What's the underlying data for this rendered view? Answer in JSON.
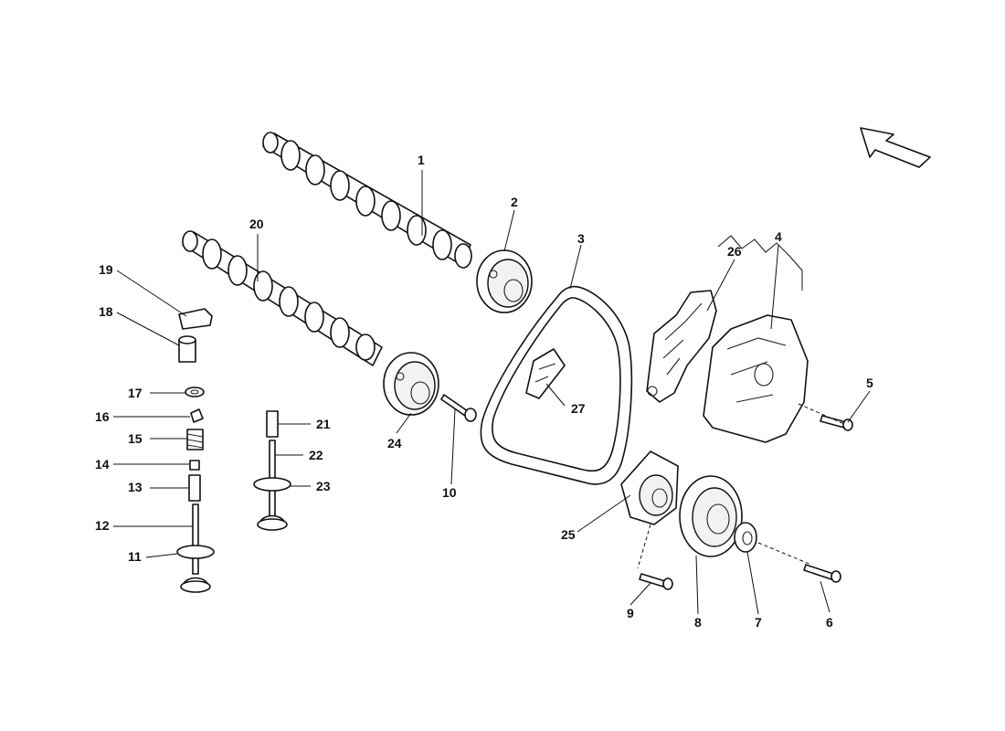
{
  "callouts": {
    "c1": "1",
    "c2": "2",
    "c3": "3",
    "c4": "4",
    "c5": "5",
    "c6": "6",
    "c7": "7",
    "c8": "8",
    "c9": "9",
    "c10": "10",
    "c11": "11",
    "c12": "12",
    "c13": "13",
    "c14": "14",
    "c15": "15",
    "c16": "16",
    "c17": "17",
    "c18": "18",
    "c19": "19",
    "c20": "20",
    "c21": "21",
    "c22": "22",
    "c23": "23",
    "c24": "24",
    "c25": "25",
    "c26": "26",
    "c27": "27"
  },
  "icons": {
    "direction_arrow": "direction-arrow-icon"
  }
}
